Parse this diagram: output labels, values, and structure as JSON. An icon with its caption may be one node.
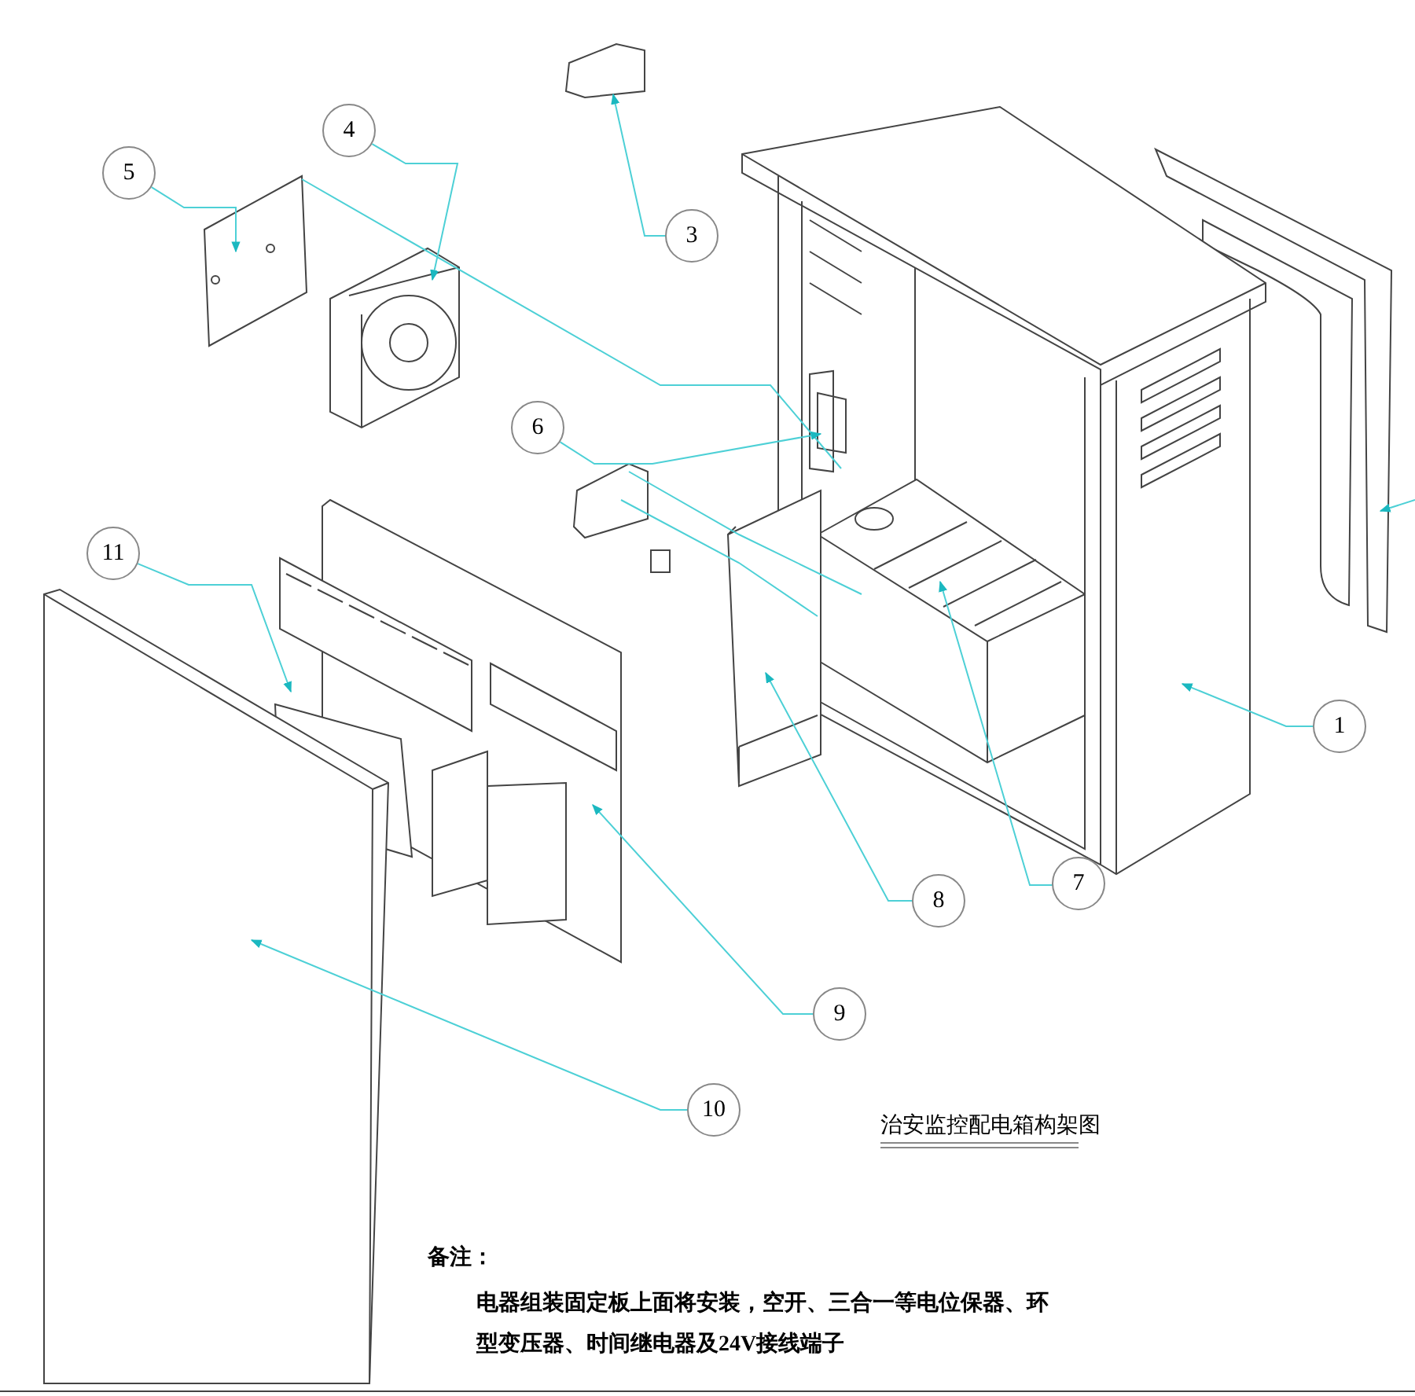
{
  "diagram": {
    "title": "治安监控配电箱构架图",
    "nodes": [
      {
        "text": [
          "4"
        ]
      },
      {
        "text": [
          "5"
        ]
      },
      {
        "text": [
          "3"
        ]
      },
      {
        "text": [
          "6"
        ]
      },
      {
        "text": [
          "11"
        ]
      },
      {
        "text": [
          "1"
        ]
      },
      {
        "text": [
          "7"
        ]
      },
      {
        "text": [
          "8"
        ]
      },
      {
        "text": [
          "9"
        ]
      },
      {
        "text": [
          "10"
        ]
      }
    ],
    "edges": [
      {
        "from": 0,
        "to": null,
        "arrow": "to"
      },
      {
        "from": 1,
        "to": null,
        "arrow": "to"
      },
      {
        "from": 2,
        "to": null,
        "arrow": "to"
      },
      {
        "from": 3,
        "to": null,
        "arrow": "to"
      },
      {
        "from": 4,
        "to": null,
        "arrow": "to"
      },
      {
        "from": 5,
        "to": null,
        "arrow": "to"
      },
      {
        "from": 6,
        "to": null,
        "arrow": "to"
      },
      {
        "from": 7,
        "to": null,
        "arrow": "to"
      },
      {
        "from": 8,
        "to": null,
        "arrow": "to"
      },
      {
        "from": 9,
        "to": null,
        "arrow": "to"
      }
    ],
    "labels": [
      "备注：",
      "电器组装固定板上面将安装，空开、三合一等电位保器、环型变压器、时间继电器及24V接线端子"
    ]
  }
}
